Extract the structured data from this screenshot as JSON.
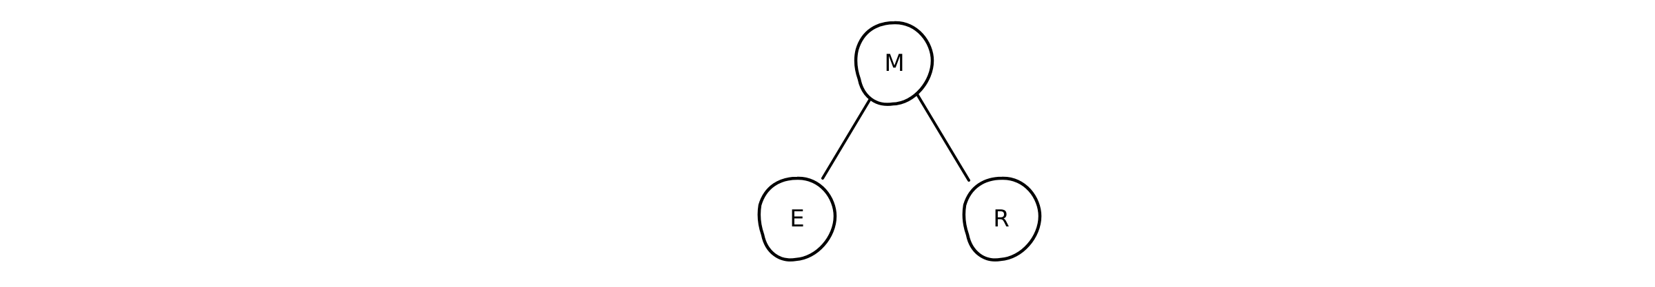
{
  "diagram": {
    "type": "tree",
    "nodes": [
      {
        "id": "M",
        "label": "M"
      },
      {
        "id": "E",
        "label": "E"
      },
      {
        "id": "R",
        "label": "R"
      }
    ],
    "edges": [
      {
        "from": "M",
        "to": "E"
      },
      {
        "from": "M",
        "to": "R"
      }
    ],
    "colors": {
      "stroke": "#000000",
      "background": "#ffffff"
    }
  }
}
